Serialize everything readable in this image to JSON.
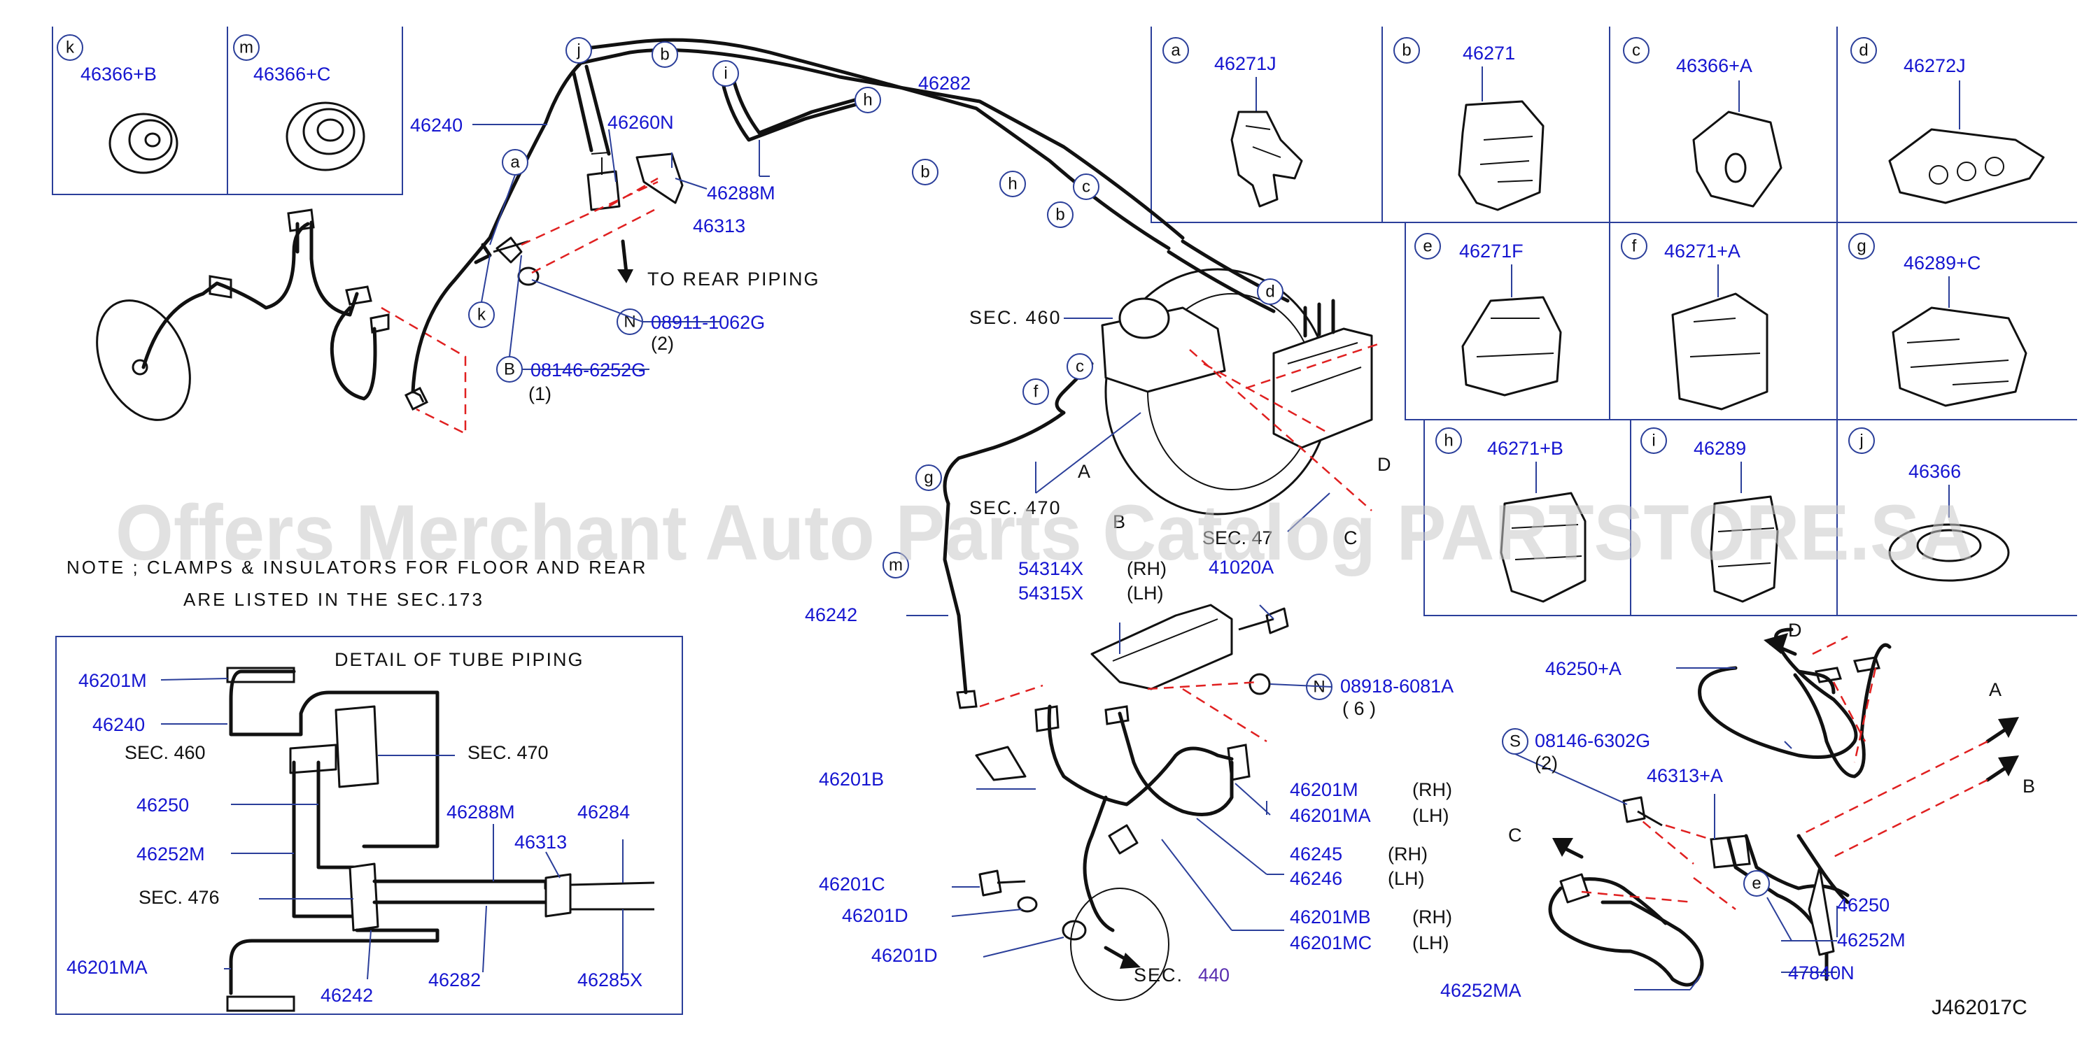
{
  "watermark": "Offers Merchant Auto Parts Catalog PARTSTORE.SA",
  "drawing_code": "J462017C",
  "note": {
    "line1": "NOTE ; CLAMPS & INSULATORS FOR FLOOR AND REAR",
    "line2": "ARE LISTED IN THE SEC.173"
  },
  "detail_title": "DETAIL OF TUBE PIPING",
  "arrow_text": "TO REAR PIPING",
  "callouts": {
    "a": "a",
    "b": "b",
    "c": "c",
    "d": "d",
    "e": "e",
    "f": "f",
    "g": "g",
    "h": "h",
    "i": "i",
    "j": "j",
    "k": "k",
    "m": "m",
    "N": "N",
    "B": "B",
    "S": "S"
  },
  "insets": [
    {
      "letter": "k",
      "part": "46366+B"
    },
    {
      "letter": "m",
      "part": "46366+C"
    },
    {
      "letter": "a",
      "part": "46271J"
    },
    {
      "letter": "b",
      "part": "46271"
    },
    {
      "letter": "c",
      "part": "46366+A"
    },
    {
      "letter": "d",
      "part": "46272J"
    },
    {
      "letter": "e",
      "part": "46271F"
    },
    {
      "letter": "f",
      "part": "46271+A"
    },
    {
      "letter": "g",
      "part": "46289+C"
    },
    {
      "letter": "h",
      "part": "46271+B"
    },
    {
      "letter": "i",
      "part": "46289"
    },
    {
      "letter": "j",
      "part": "46366"
    }
  ],
  "labels": {
    "p46240": "46240",
    "p46260N": "46260N",
    "p46288M": "46288M",
    "p46313": "46313",
    "p46282": "46282",
    "n08911": "08911-1062G",
    "n08911_qty": "(2)",
    "b08146": "08146-6252G",
    "b08146_qty": "(1)",
    "sec460": "SEC. 460",
    "sec470": "SEC. 470",
    "sec476": "SEC. 476",
    "p54314X": "54314X",
    "p54315X": "54315X",
    "rh": "(RH)",
    "lh": "(LH)",
    "p41020A": "41020A",
    "p46242": "46242",
    "n08918": "08918-6081A",
    "n08918_qty": "( 6 )",
    "p46201B": "46201B",
    "p46201M": "46201M",
    "p46201MA": "46201MA",
    "p46245": "46245",
    "p46246": "46246",
    "p46201C": "46201C",
    "p46201D": "46201D",
    "p46201MB": "46201MB",
    "p46201MC": "46201MC",
    "sec440_prefix": "SEC.",
    "sec440_num": "440",
    "letterA": "A",
    "letterB": "B",
    "letterC": "C",
    "letterD": "D",
    "p46250A": "46250+A",
    "s08146": "08146-6302G",
    "s08146_qty": "(2)",
    "p46313A": "46313+A",
    "p46250": "46250",
    "p46252M": "46252M",
    "p47840N": "47840N",
    "p46252MA": "46252MA",
    "p46284": "46284",
    "p46285X": "46285X",
    "sec47_partial": "SEC. 47",
    "hidden_c": "C"
  },
  "colors": {
    "part_number": "#1515d0",
    "frame": "#2b3f9a",
    "dashed_guide": "#e02020",
    "sec440": "#5a2fb0"
  }
}
